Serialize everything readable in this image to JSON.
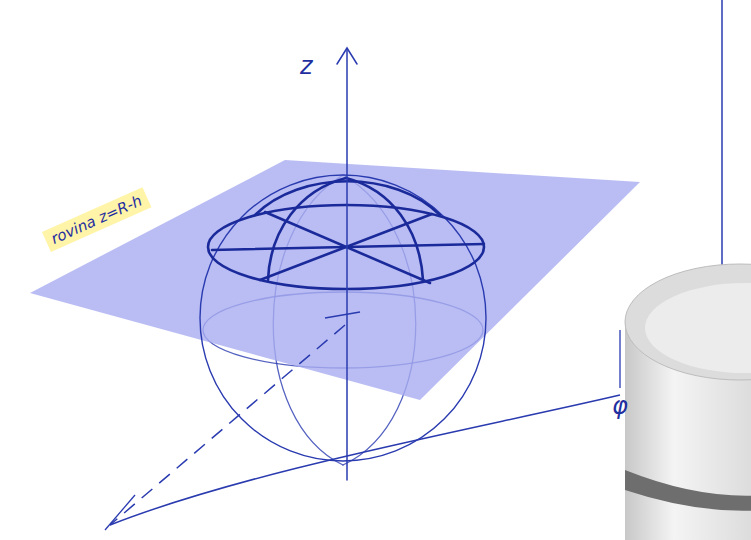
{
  "diagram": {
    "labels": [
      "rovina z=R-h",
      "z",
      "φ"
    ]
  }
}
